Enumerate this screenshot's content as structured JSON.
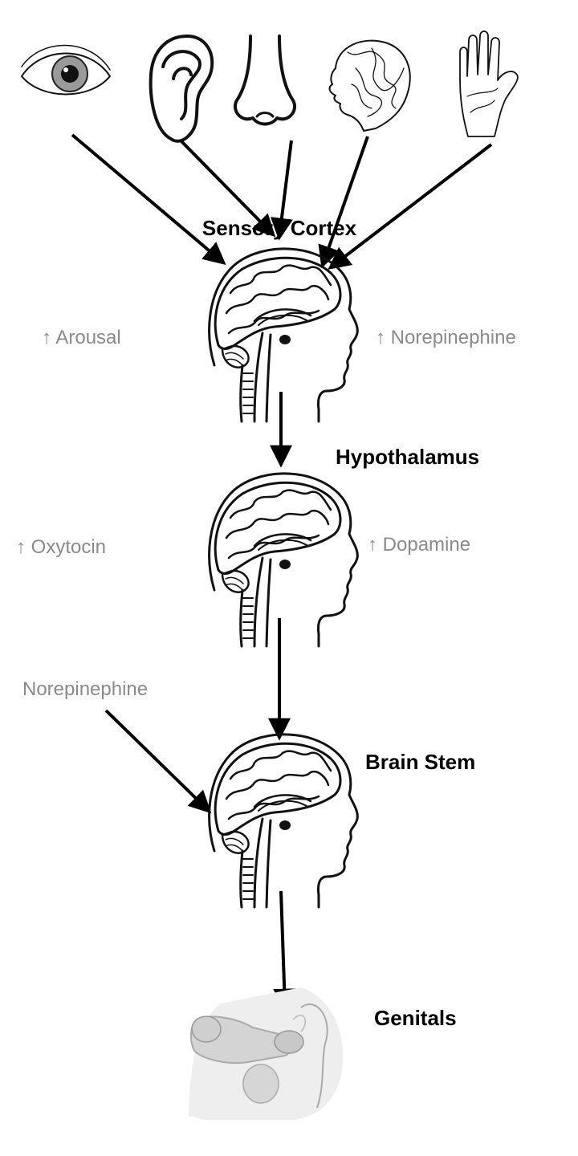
{
  "stages": {
    "sensory_cortex": "Sensory Cortex",
    "hypothalamus": "Hypothalamus",
    "brain_stem": "Brain Stem",
    "genitals": "Genitals"
  },
  "effects": {
    "arousal": "↑ Arousal",
    "norepinephine_up": "↑ Norepinephine",
    "oxytocin": "↑ Oxytocin",
    "dopamine": "↑ Dopamine",
    "norepinephine": "Norepinephine"
  },
  "senses": [
    "eye-icon",
    "ear-icon",
    "nose-icon",
    "head-profile-icon",
    "hand-icon"
  ],
  "colors": {
    "stage_label": "#000000",
    "effect_label": "#8a8a8a",
    "arrow": "#000000"
  }
}
